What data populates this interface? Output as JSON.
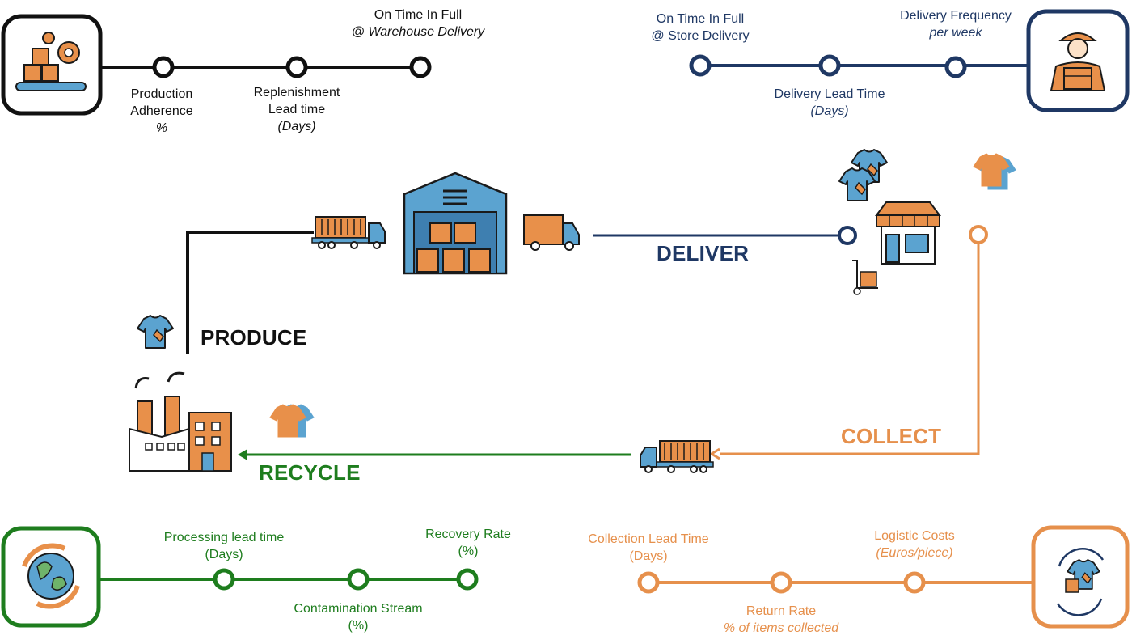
{
  "colors": {
    "produce": "#111111",
    "deliver": "#1f3864",
    "recycle": "#1e7d1e",
    "collect": "#e6904c",
    "shirt": "#5ba3d0",
    "box": "#e8904a"
  },
  "icons": [
    "factory-conveyor-icon",
    "delivery-person-icon",
    "globe-recycle-icon",
    "shirt-return-icon",
    "warehouse-icon",
    "container-truck-icon",
    "delivery-van-icon",
    "store-icon",
    "hand-truck-icon",
    "factory-icon",
    "t-shirt-icon"
  ],
  "stages": {
    "produce": "PRODUCE",
    "deliver": "DELIVER",
    "recycle": "RECYCLE",
    "collect": "COLLECT"
  },
  "produce_kpis": {
    "production_adherence": [
      "Production",
      "Adherence",
      "%"
    ],
    "replenishment": [
      "Replenishment",
      "Lead time",
      "(Days)"
    ],
    "otif_warehouse": [
      "On Time In Full",
      "@ Warehouse Delivery"
    ]
  },
  "deliver_kpis": {
    "otif_store": [
      "On Time In Full",
      "@ Store Delivery"
    ],
    "delivery_lead_time": [
      "Delivery Lead Time",
      "(Days)"
    ],
    "delivery_frequency": [
      "Delivery Frequency",
      "per week"
    ]
  },
  "recycle_kpis": {
    "processing_lead_time": [
      "Processing lead time",
      "(Days)"
    ],
    "contamination": [
      "Contamination Stream",
      "(%)"
    ],
    "recovery_rate": [
      "Recovery Rate",
      "(%)"
    ]
  },
  "collect_kpis": {
    "collection_lead_time": [
      "Collection Lead Time",
      "(Days)"
    ],
    "return_rate": [
      "Return Rate",
      "% of items collected"
    ],
    "logistic_costs": [
      "Logistic Costs",
      "(Euros/piece)"
    ]
  }
}
